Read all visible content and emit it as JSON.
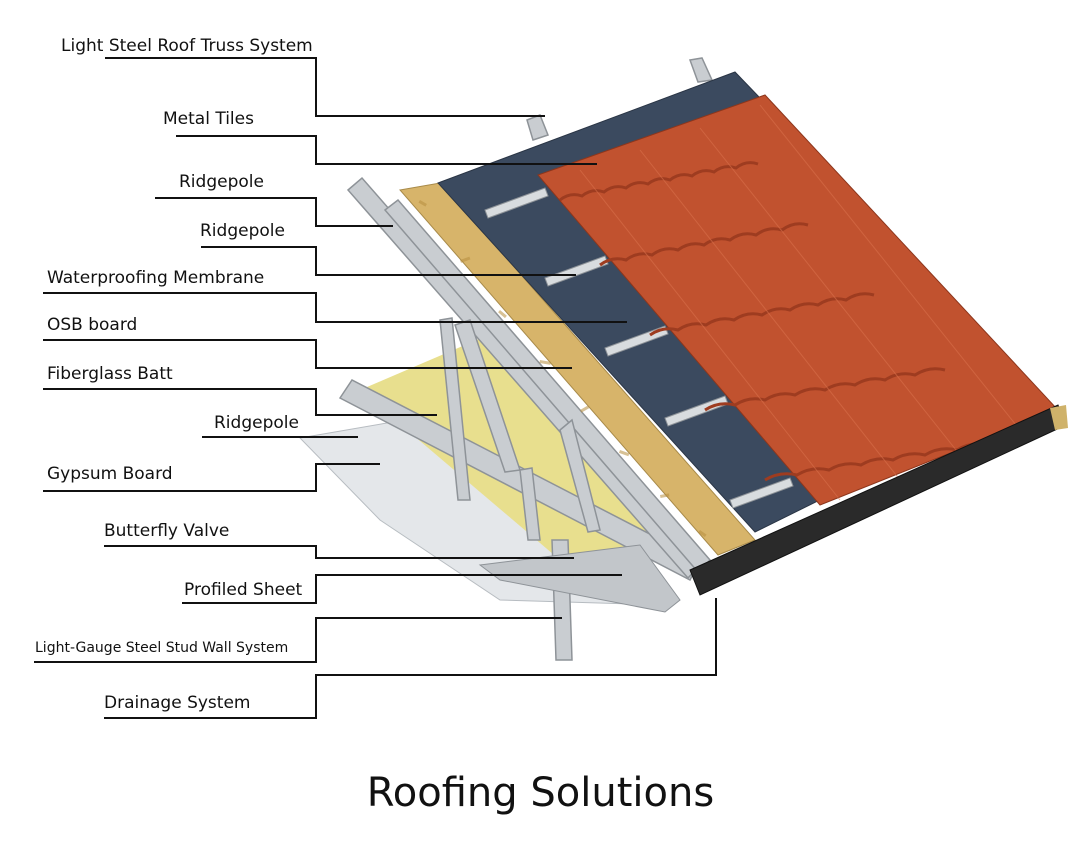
{
  "title": "Roofing Solutions",
  "labels": {
    "l1": "Light Steel Roof Truss System",
    "l2": "Metal Tiles",
    "l3": "Ridgepole",
    "l4": "Ridgepole",
    "l5": "Waterproofing Membrane",
    "l6": "OSB board",
    "l7": "Fiberglass Batt",
    "l8": "Ridgepole",
    "l9": "Gypsum Board",
    "l10": "Butterfly Valve",
    "l11": "Profiled Sheet",
    "l12": "Light-Gauge Steel Stud Wall System",
    "l13": "Drainage System"
  },
  "colors": {
    "tile": "#c1522f",
    "tile_dark": "#9e3c20",
    "membrane": "#3b4a5f",
    "osb": "#d7b46a",
    "fiberglass": "#e6dd8c",
    "steel": "#c9cdd1",
    "steel_dark": "#8e9398",
    "gutter": "#2a2a2a",
    "gypsum": "#e6e8ea",
    "line": "#111111"
  }
}
